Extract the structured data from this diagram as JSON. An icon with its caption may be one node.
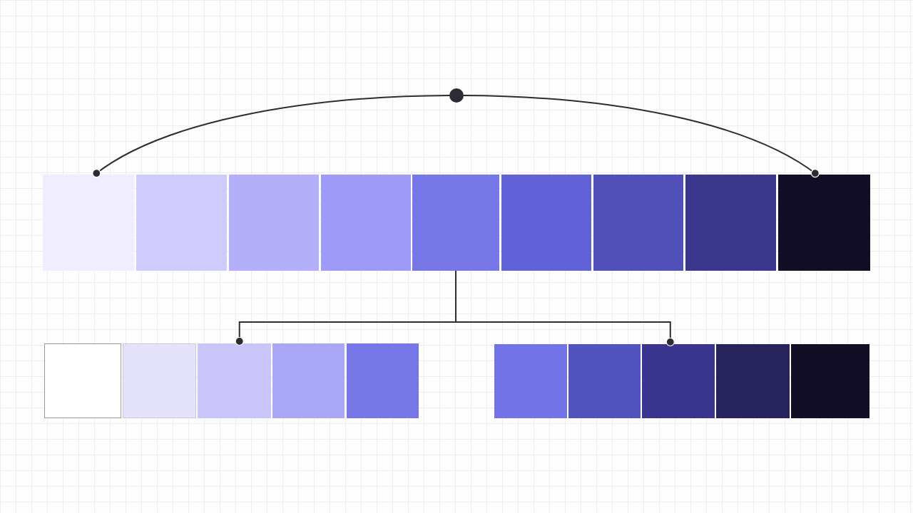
{
  "diagram": {
    "nodes": [
      {
        "text": [],
        "shape": "circle"
      },
      {
        "text": [],
        "shape": "box"
      },
      {
        "text": [],
        "shape": "box"
      },
      {
        "text": [],
        "shape": "box"
      },
      {
        "text": [],
        "shape": "box"
      },
      {
        "text": [],
        "shape": "box"
      },
      {
        "text": [],
        "shape": "box"
      },
      {
        "text": [],
        "shape": "box"
      },
      {
        "text": [],
        "shape": "box"
      },
      {
        "text": [],
        "shape": "box"
      },
      {
        "text": [],
        "shape": "box"
      },
      {
        "text": [],
        "shape": "box"
      },
      {
        "text": [],
        "shape": "box"
      },
      {
        "text": [],
        "shape": "box"
      },
      {
        "text": [],
        "shape": "box"
      },
      {
        "text": [],
        "shape": "box"
      },
      {
        "text": [],
        "shape": "box"
      },
      {
        "text": [],
        "shape": "box"
      },
      {
        "text": [],
        "shape": "box"
      },
      {
        "text": [],
        "shape": "box"
      }
    ],
    "edges": [
      {
        "from": 0,
        "to": 1,
        "arrow": "other"
      },
      {
        "from": 0,
        "to": 9,
        "arrow": "other"
      },
      {
        "from": 5,
        "to": 12,
        "arrow": "other"
      },
      {
        "from": 5,
        "to": 17,
        "arrow": "other"
      }
    ]
  }
}
